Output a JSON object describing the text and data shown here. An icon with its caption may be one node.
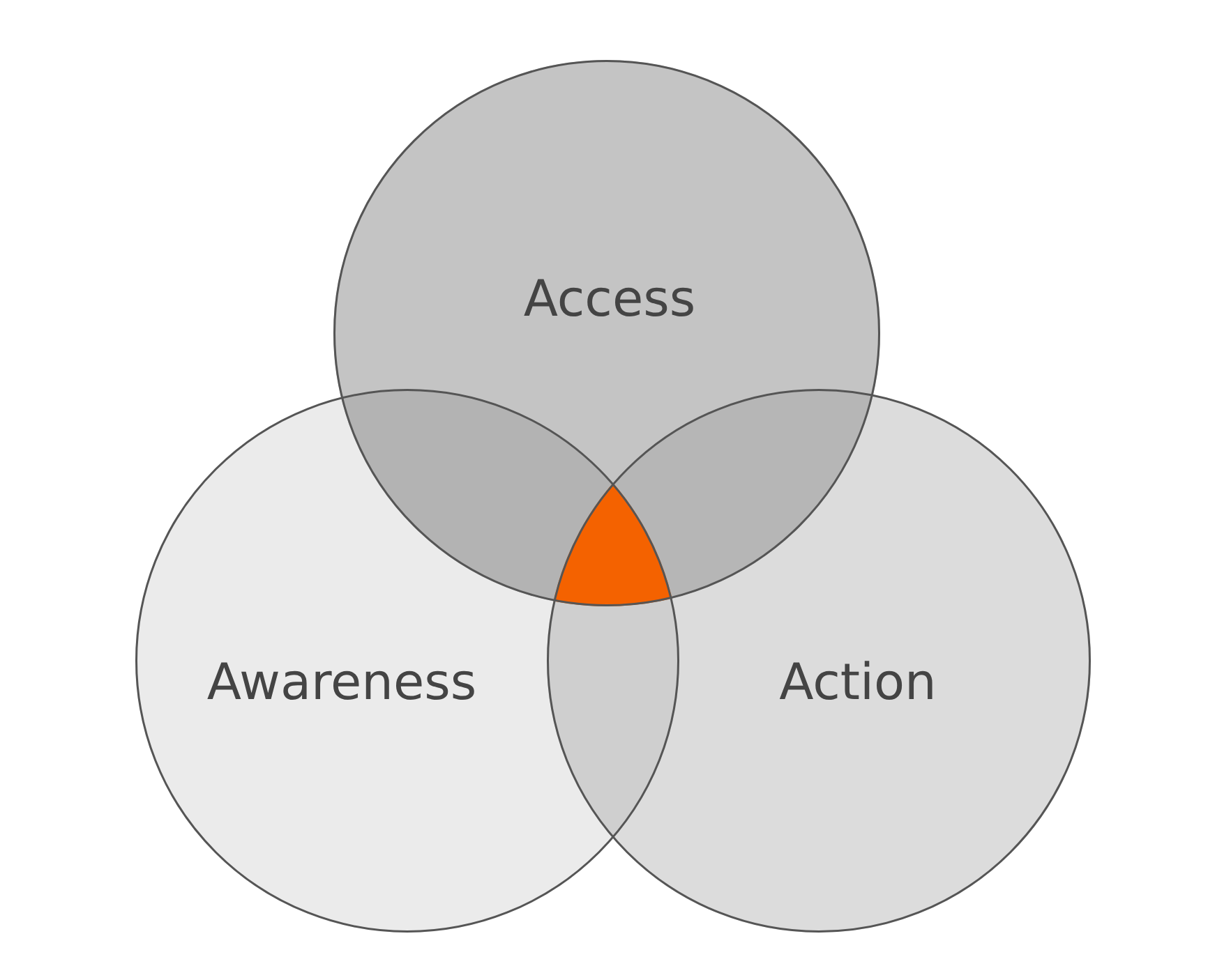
{
  "diagram": {
    "nodes": [
      {
        "text": [
          "Access"
        ]
      },
      {
        "text": [
          "Awareness"
        ]
      },
      {
        "text": [
          "Action"
        ]
      }
    ]
  }
}
